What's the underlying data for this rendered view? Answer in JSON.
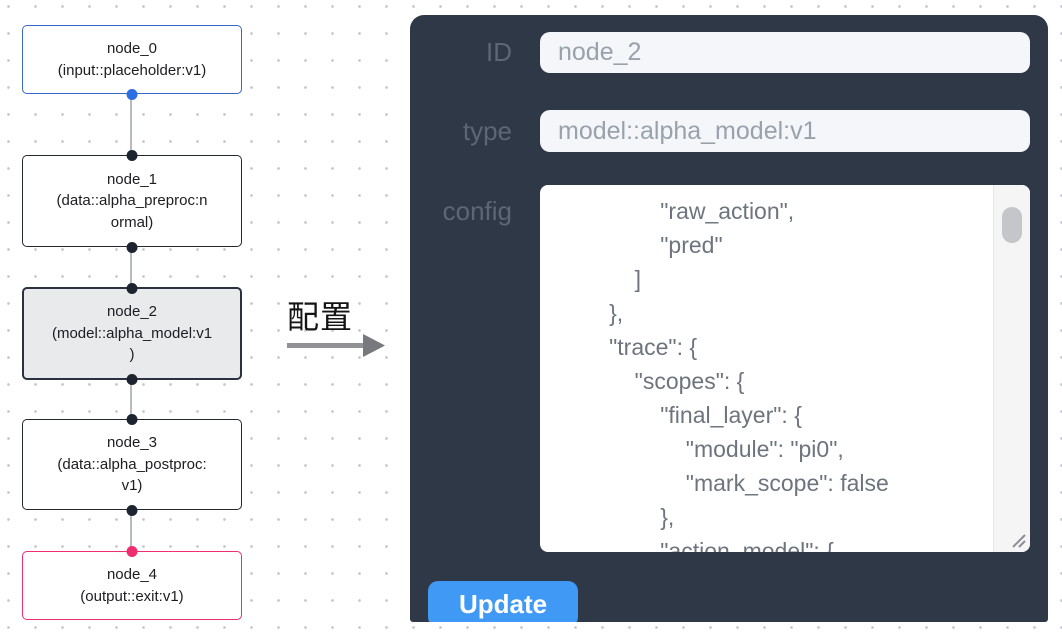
{
  "graph": {
    "nodes": [
      {
        "id": "node_0",
        "label": "node_0\n(input::placeholder:v1)",
        "kind": "input"
      },
      {
        "id": "node_1",
        "label": "node_1\n(data::alpha_preproc:n\normal)",
        "kind": "data"
      },
      {
        "id": "node_2",
        "label": "node_2\n(model::alpha_model:v1\n)",
        "kind": "model",
        "selected": true
      },
      {
        "id": "node_3",
        "label": "node_3\n(data::alpha_postproc:\nv1)",
        "kind": "data"
      },
      {
        "id": "node_4",
        "label": "node_4\n(output::exit:v1)",
        "kind": "output"
      }
    ]
  },
  "transfer": {
    "label": "配置"
  },
  "panel": {
    "id_label": "ID",
    "id_value": "node_2",
    "type_label": "type",
    "type_value": "model::alpha_model:v1",
    "config_label": "config",
    "config_text": "                \"raw_action\",\n                \"pred\"\n            ]\n        },\n        \"trace\": {\n            \"scopes\": {\n                \"final_layer\": {\n                    \"module\": \"pi0\",\n                    \"mark_scope\": false\n                },\n                \"action_model\": {",
    "update_label": "Update"
  },
  "colors": {
    "panel_bg": "#2f3847",
    "accent_blue": "#4199f6",
    "input_node_border": "#3a67c3",
    "default_node_border": "#23272f",
    "selected_node_bg": "#e9eaec",
    "output_node_border": "#ee2e6e",
    "port_blue": "#2c6fe3",
    "port_dark": "#1d2430",
    "port_pink": "#ee2e6e"
  }
}
